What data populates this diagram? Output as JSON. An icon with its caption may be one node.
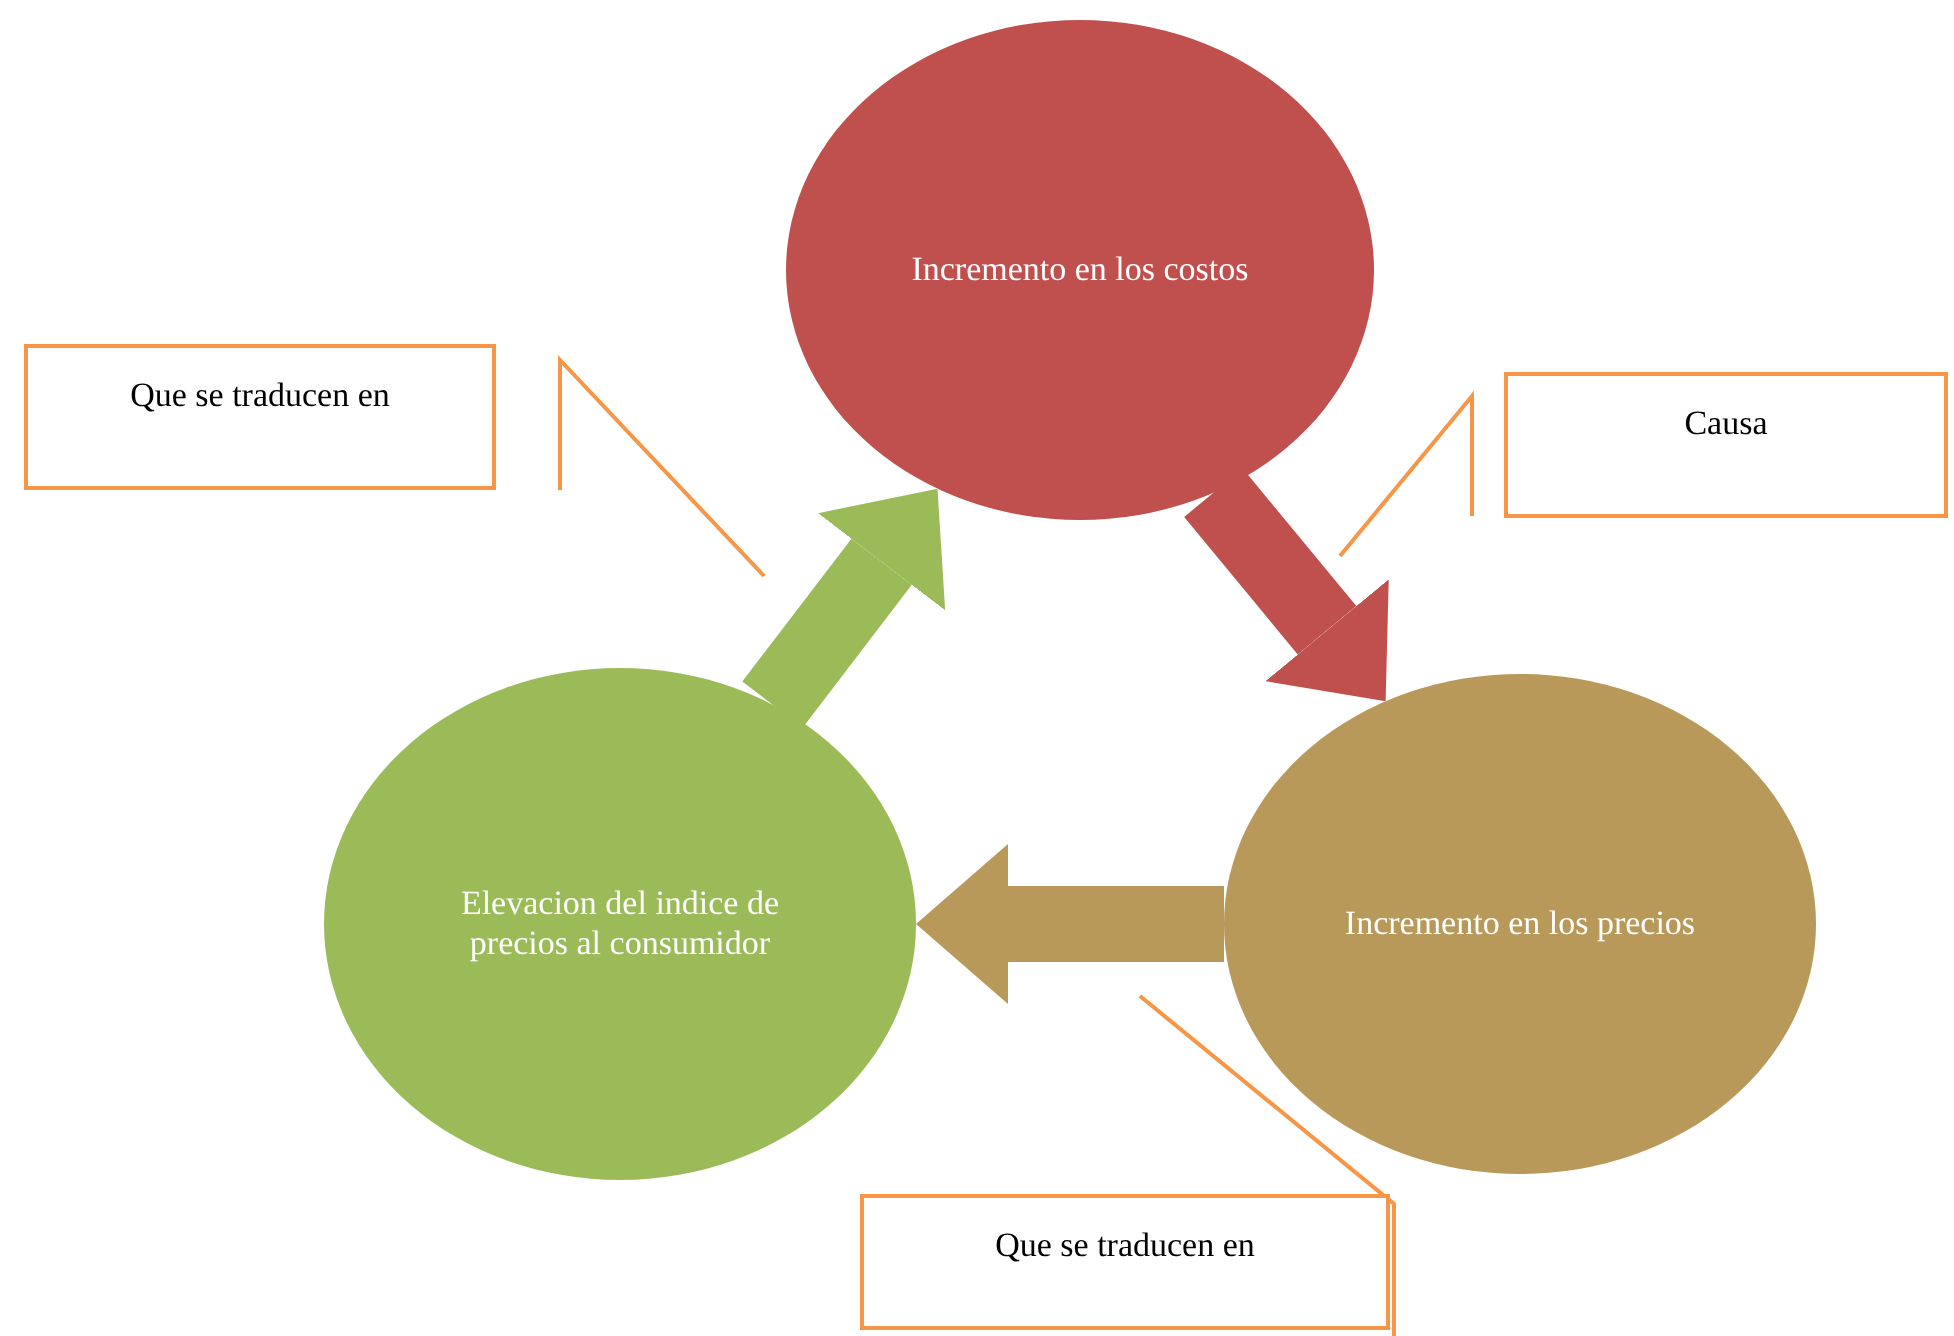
{
  "diagram": {
    "nodes": [
      {
        "text": [
          "Que se traducen en"
        ]
      },
      {
        "text": [
          "Incremento en los costos"
        ]
      },
      {
        "text": [
          "Causa"
        ]
      },
      {
        "text": [
          "Elevacion  del indice de precios al consumidor"
        ]
      },
      {
        "text": [
          "Incremento en los precios"
        ]
      },
      {
        "text": [
          "Que se traducen en"
        ]
      }
    ],
    "edges": [
      {
        "from": 1,
        "to": 4,
        "arrow": "to",
        "style": "thick",
        "color": "#c0504d"
      },
      {
        "from": 4,
        "to": 3,
        "arrow": "to",
        "style": "thick",
        "color": "#b9995a"
      },
      {
        "from": 3,
        "to": 1,
        "arrow": "to",
        "style": "thick",
        "color": "#9bbb59"
      },
      {
        "from": 0,
        "to": null,
        "arrow": "none",
        "color": "#f79646"
      },
      {
        "from": 2,
        "to": null,
        "arrow": "none",
        "color": "#f79646"
      },
      {
        "from": 5,
        "to": null,
        "arrow": "none",
        "color": "#f79646"
      }
    ]
  }
}
